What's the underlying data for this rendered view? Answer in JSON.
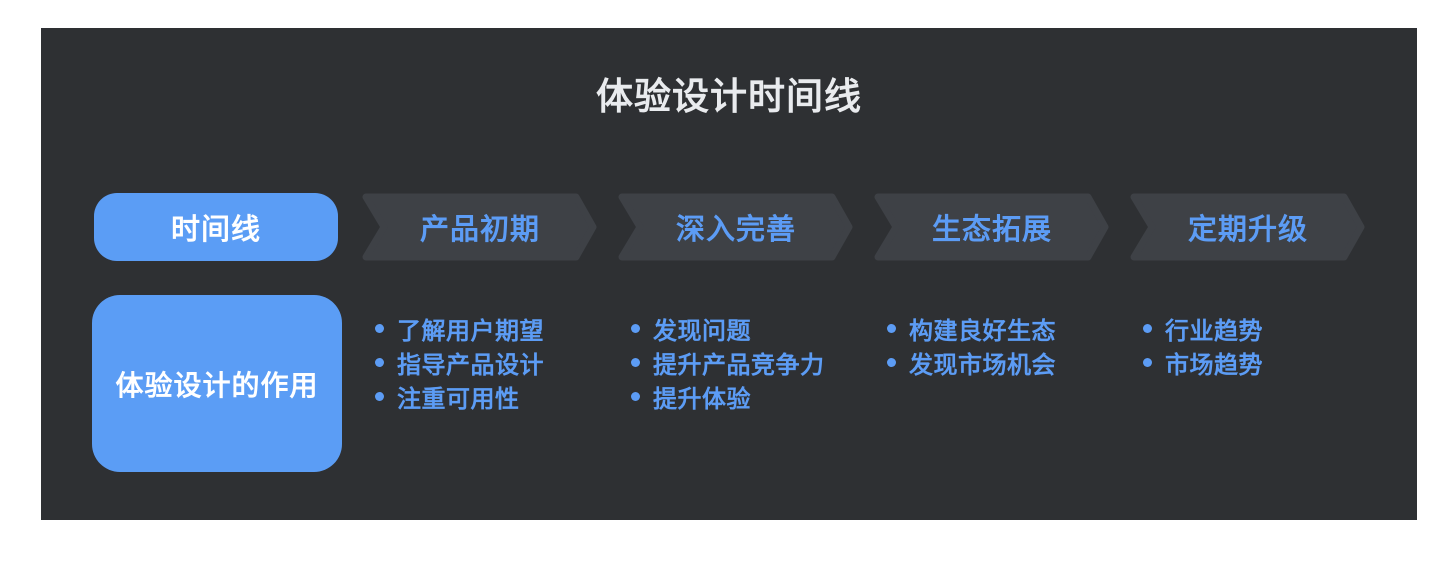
{
  "title": "体验设计时间线",
  "colors": {
    "page_bg": "#ffffff",
    "panel_bg": "#2e3033",
    "accent_blue": "#5b9df5",
    "stage_shape": "#3e4146",
    "stage_text": "#5c9cf5",
    "title_text": "#e9ebee"
  },
  "timeline": {
    "lead_label": "时间线",
    "row_label": "体验设计的作用",
    "stages": [
      {
        "label": "产品初期",
        "items": [
          "了解用户期望",
          "指导产品设计",
          "注重可用性"
        ]
      },
      {
        "label": "深入完善",
        "items": [
          "发现问题",
          "提升产品竞争力",
          "提升体验"
        ]
      },
      {
        "label": "生态拓展",
        "items": [
          "构建良好生态",
          "发现市场机会"
        ]
      },
      {
        "label": "定期升级",
        "items": [
          "行业趋势",
          "市场趋势"
        ]
      }
    ]
  }
}
